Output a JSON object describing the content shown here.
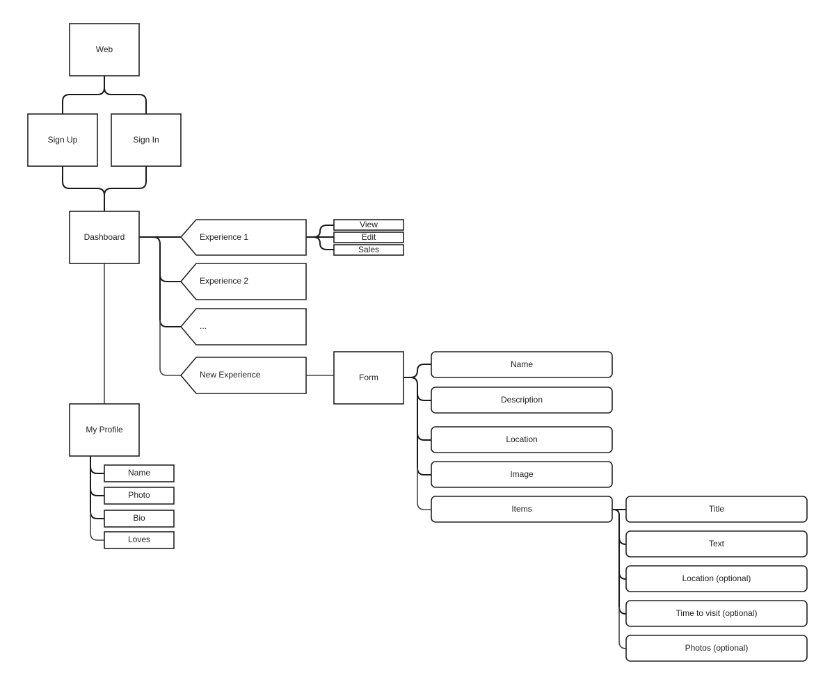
{
  "nodes": {
    "web": "Web",
    "sign_up": "Sign Up",
    "sign_in": "Sign In",
    "dashboard": "Dashboard",
    "experience_1": "Experience 1",
    "experience_2": "Experience 2",
    "experience_more": "...",
    "new_experience": "New Experience",
    "view": "View",
    "edit": "Edit",
    "sales": "Sales",
    "form": "Form",
    "my_profile": "My Profile"
  },
  "form_fields": [
    "Name",
    "Description",
    "Location",
    "Image",
    "Items"
  ],
  "item_fields": [
    "Title",
    "Text",
    "Location (optional)",
    "Time to visit (optional)",
    "Photos (optional)"
  ],
  "profile_fields": [
    "Name",
    "Photo",
    "Bio",
    "Loves"
  ]
}
